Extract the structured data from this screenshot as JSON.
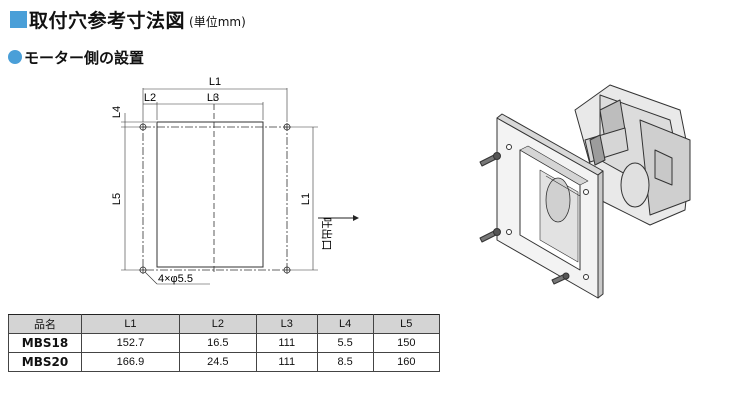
{
  "header": {
    "title": "取付穴参考寸法図",
    "unit": "(単位mm)"
  },
  "section": {
    "title": "モーター側の設置"
  },
  "drawing": {
    "labels": {
      "L1": "L1",
      "L2": "L2",
      "L3": "L3",
      "L4": "L4",
      "L5": "L5",
      "L1_side": "L1",
      "hole_note": "4×φ5.5",
      "outlet": "吐出口"
    },
    "colors": {
      "accent": "#4a9fd8",
      "line": "#333333",
      "plate": "#f2f2f2"
    }
  },
  "table": {
    "headers": [
      "品名",
      "L1",
      "L2",
      "L3",
      "L4",
      "L5"
    ],
    "rows": [
      [
        "MBS18",
        "152.7",
        "16.5",
        "111",
        "5.5",
        "150"
      ],
      [
        "MBS20",
        "166.9",
        "24.5",
        "111",
        "8.5",
        "160"
      ]
    ]
  }
}
